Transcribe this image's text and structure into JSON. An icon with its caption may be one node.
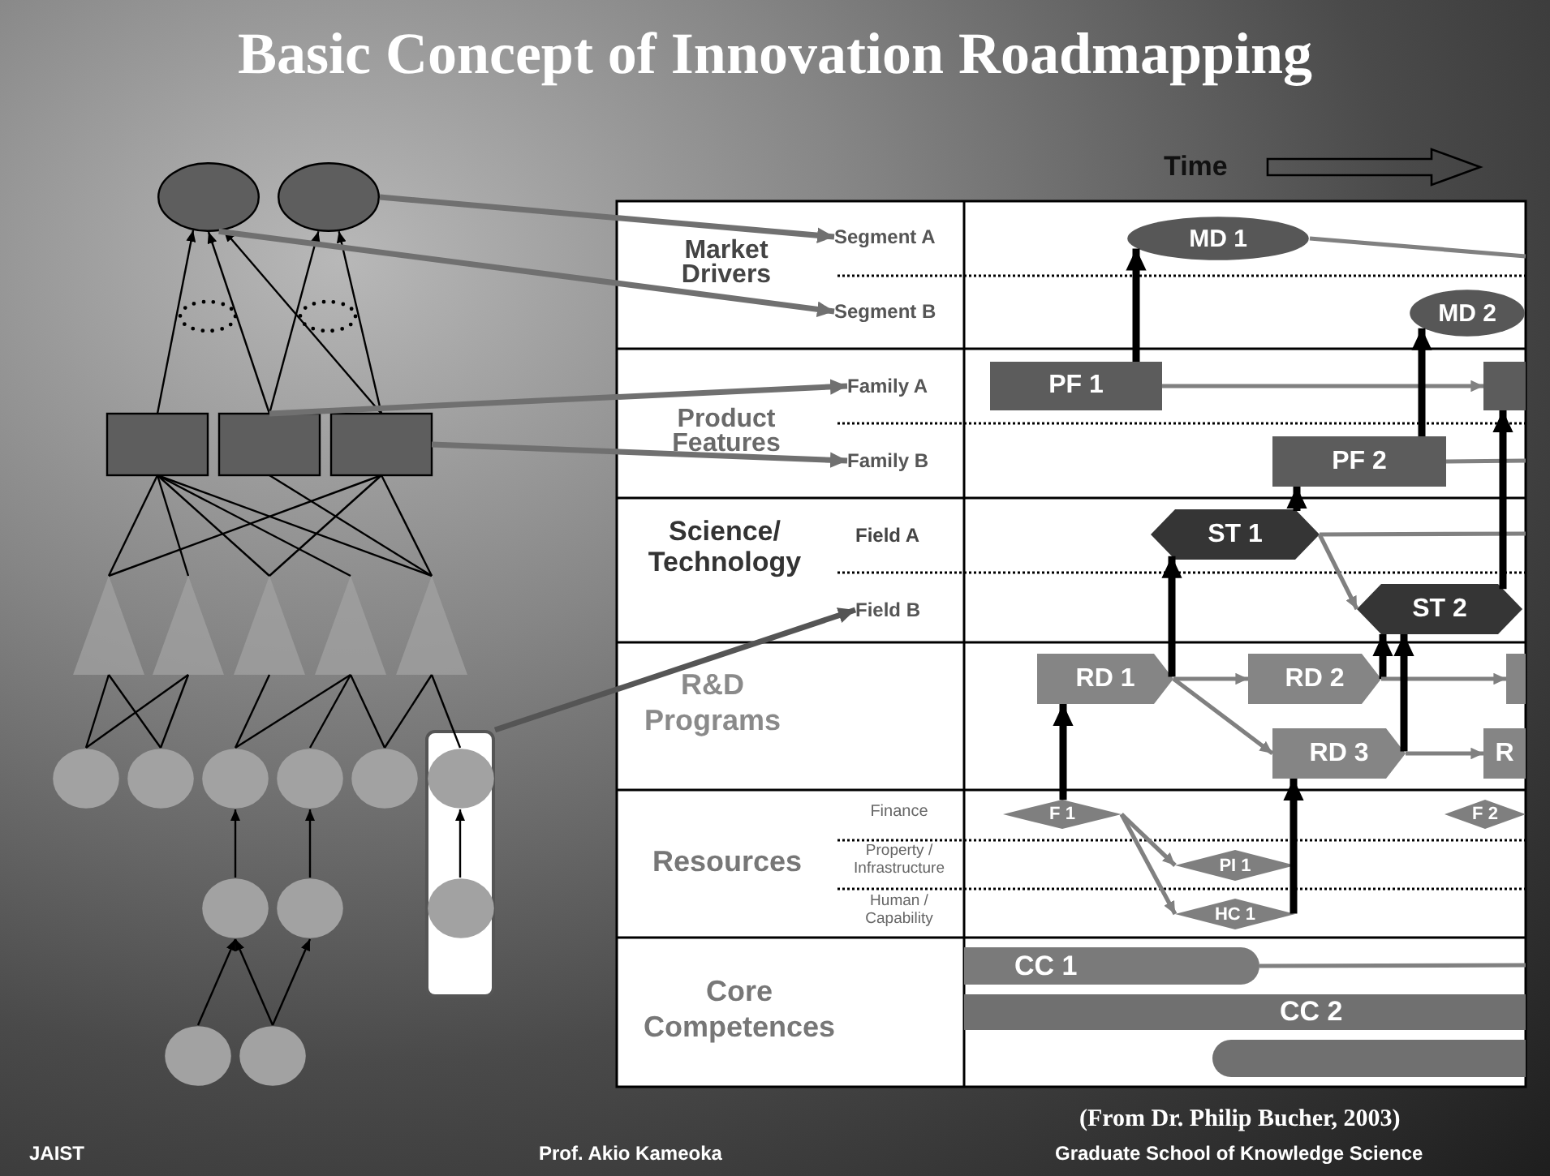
{
  "diagram": {
    "title": "Basic Concept of Innovation Roadmapping",
    "nodes": [
      {
        "text": [],
        "shape": "circle"
      },
      {
        "text": [],
        "shape": "circle"
      },
      {
        "text": [],
        "shape": "box"
      },
      {
        "text": [],
        "shape": "box"
      },
      {
        "text": [],
        "shape": "box"
      },
      {
        "text": [],
        "shape": "triangle"
      },
      {
        "text": [],
        "shape": "triangle"
      },
      {
        "text": [],
        "shape": "triangle"
      },
      {
        "text": [],
        "shape": "triangle"
      },
      {
        "text": [],
        "shape": "triangle"
      },
      {
        "text": [],
        "shape": "circle"
      },
      {
        "text": [],
        "shape": "circle"
      },
      {
        "text": [],
        "shape": "circle"
      },
      {
        "text": [],
        "shape": "circle"
      },
      {
        "text": [],
        "shape": "circle"
      },
      {
        "text": [],
        "shape": "box"
      },
      {
        "text": [],
        "shape": "circle",
        "in": 15
      },
      {
        "text": [],
        "shape": "circle",
        "in": 15
      },
      {
        "text": [],
        "shape": "circle"
      },
      {
        "text": [],
        "shape": "circle"
      },
      {
        "text": [],
        "shape": "circle"
      },
      {
        "text": [],
        "shape": "circle"
      },
      {
        "text": [
          "Segment A"
        ]
      },
      {
        "text": [
          "Segment B"
        ]
      },
      {
        "text": [
          "Family A"
        ]
      },
      {
        "text": [
          "Family B"
        ]
      },
      {
        "text": [
          "Field B"
        ]
      },
      {
        "text": [
          "MD 1"
        ]
      },
      {
        "text": [
          "MD 2"
        ]
      },
      {
        "text": [
          "PF 1"
        ]
      },
      {
        "text": [],
        "shape": "box"
      },
      {
        "text": [
          "PF 2"
        ]
      },
      {
        "text": [
          "ST 1"
        ]
      },
      {
        "text": [
          "ST 2"
        ]
      },
      {
        "text": [
          "RD 1"
        ]
      },
      {
        "text": [
          "RD 2"
        ]
      },
      {
        "text": [],
        "shape": "box"
      },
      {
        "text": [
          "RD 3"
        ]
      },
      {
        "text": [
          "R"
        ]
      },
      {
        "text": [
          "F 1"
        ]
      },
      {
        "text": [
          "F 2"
        ]
      },
      {
        "text": [
          "PI 1"
        ]
      },
      {
        "text": [
          "HC 1"
        ]
      },
      {
        "text": [
          "CC 1"
        ]
      },
      {
        "text": [
          "CC 2"
        ]
      },
      {
        "text": [],
        "shape": "bar"
      }
    ],
    "edges": [
      {
        "from": 20,
        "to": 18,
        "arrow": "to"
      },
      {
        "from": 21,
        "to": 18,
        "arrow": "to"
      },
      {
        "from": 21,
        "to": 19,
        "arrow": "to"
      },
      {
        "from": 18,
        "to": 12,
        "arrow": "to"
      },
      {
        "from": 19,
        "to": 13,
        "arrow": "to"
      },
      {
        "from": 17,
        "to": 16,
        "arrow": "to"
      },
      {
        "from": 5,
        "to": 10,
        "arrow": "none"
      },
      {
        "from": 5,
        "to": 11,
        "arrow": "none"
      },
      {
        "from": 6,
        "to": 10,
        "arrow": "none"
      },
      {
        "from": 6,
        "to": 11,
        "arrow": "none"
      },
      {
        "from": 7,
        "to": 12,
        "arrow": "none"
      },
      {
        "from": 8,
        "to": 12,
        "arrow": "none"
      },
      {
        "from": 8,
        "to": 13,
        "arrow": "none"
      },
      {
        "from": 8,
        "to": 14,
        "arrow": "none"
      },
      {
        "from": 9,
        "to": 14,
        "arrow": "none"
      },
      {
        "from": 9,
        "to": 16,
        "arrow": "none"
      },
      {
        "from": 2,
        "to": 5,
        "arrow": "none"
      },
      {
        "from": 2,
        "to": 6,
        "arrow": "none"
      },
      {
        "from": 2,
        "to": 7,
        "arrow": "none"
      },
      {
        "from": 2,
        "to": 8,
        "arrow": "none"
      },
      {
        "from": 2,
        "to": 9,
        "arrow": "none"
      },
      {
        "from": 3,
        "to": 9,
        "arrow": "none"
      },
      {
        "from": 4,
        "to": 5,
        "arrow": "none"
      },
      {
        "from": 4,
        "to": 7,
        "arrow": "none"
      },
      {
        "from": 4,
        "to": 9,
        "arrow": "none"
      },
      {
        "from": 2,
        "to": 0,
        "arrow": "to"
      },
      {
        "from": 3,
        "to": 0,
        "arrow": "to"
      },
      {
        "from": 4,
        "to": 0,
        "arrow": "to"
      },
      {
        "from": 3,
        "to": 1,
        "arrow": "to"
      },
      {
        "from": 4,
        "to": 1,
        "arrow": "to"
      },
      {
        "from": 1,
        "to": 22,
        "arrow": "to",
        "style": "thick",
        "color": "#707070"
      },
      {
        "from": 0,
        "to": 23,
        "arrow": "to",
        "style": "thick",
        "color": "#707070"
      },
      {
        "from": 3,
        "to": 24,
        "arrow": "to",
        "style": "thick",
        "color": "#707070"
      },
      {
        "from": 4,
        "to": 25,
        "arrow": "to",
        "style": "thick",
        "color": "#707070"
      },
      {
        "from": 15,
        "to": 26,
        "arrow": "to",
        "style": "thick",
        "color": "#555555"
      },
      {
        "from": 27,
        "to": null,
        "arrow": "none",
        "color": "#808080"
      },
      {
        "from": 29,
        "to": 27,
        "arrow": "to",
        "style": "thick"
      },
      {
        "from": 29,
        "to": 30,
        "arrow": "to",
        "color": "#808080"
      },
      {
        "from": 31,
        "to": 28,
        "arrow": "to",
        "style": "thick"
      },
      {
        "from": 31,
        "to": null,
        "arrow": "none",
        "color": "#808080"
      },
      {
        "from": 32,
        "to": 31,
        "arrow": "to",
        "style": "thick"
      },
      {
        "from": 32,
        "to": null,
        "arrow": "none",
        "color": "#808080"
      },
      {
        "from": 32,
        "to": 33,
        "arrow": "to",
        "color": "#808080"
      },
      {
        "from": 33,
        "to": 30,
        "arrow": "to",
        "style": "thick"
      },
      {
        "from": 34,
        "to": 32,
        "arrow": "to",
        "style": "thick"
      },
      {
        "from": 34,
        "to": 35,
        "arrow": "to",
        "color": "#808080"
      },
      {
        "from": 34,
        "to": 37,
        "arrow": "to",
        "color": "#808080"
      },
      {
        "from": 35,
        "to": 33,
        "arrow": "to",
        "style": "thick"
      },
      {
        "from": 35,
        "to": 36,
        "arrow": "to",
        "color": "#808080"
      },
      {
        "from": 37,
        "to": 33,
        "arrow": "to",
        "style": "thick"
      },
      {
        "from": 37,
        "to": 38,
        "arrow": "to",
        "color": "#808080"
      },
      {
        "from": 39,
        "to": 34,
        "arrow": "to",
        "style": "thick"
      },
      {
        "from": 39,
        "to": 41,
        "arrow": "to",
        "color": "#808080"
      },
      {
        "from": 39,
        "to": 42,
        "arrow": "to",
        "color": "#808080"
      },
      {
        "from": 42,
        "to": 37,
        "arrow": "to",
        "style": "thick"
      },
      {
        "from": 43,
        "to": null,
        "arrow": "none",
        "color": "#808080"
      }
    ],
    "labels": [
      "Time",
      "Market Drivers",
      "Product Features",
      "Science/ Technology",
      "Field A",
      "R&D Programs",
      "Resources",
      "Finance",
      "Property / Infrastructure",
      "Human / Capability",
      "Core Competences",
      "(From Dr. Philip Bucher, 2003)",
      "JAIST",
      "Prof. Akio Kameoka",
      "Graduate School of Knowledge Science"
    ]
  }
}
